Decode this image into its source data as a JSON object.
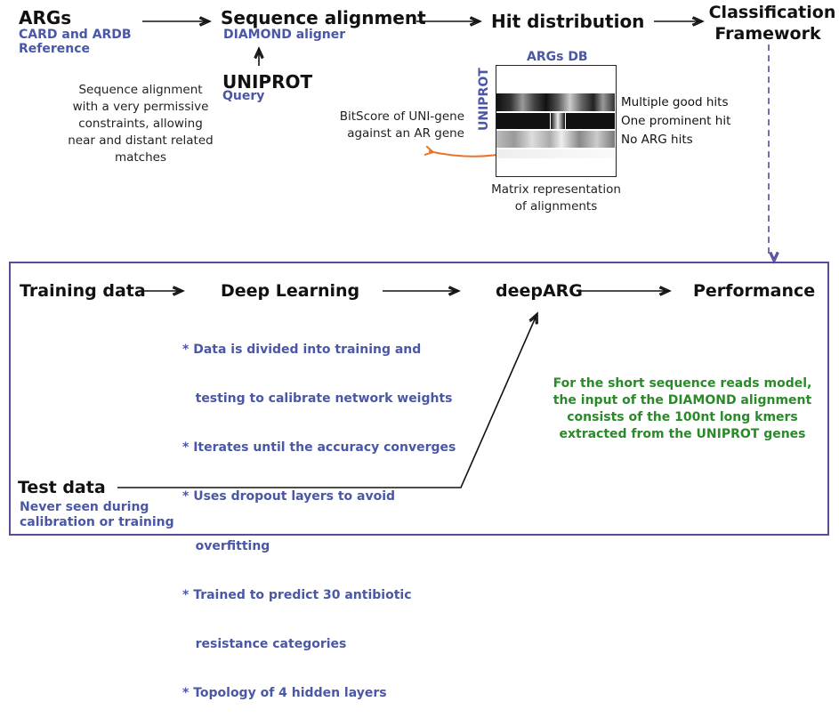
{
  "top": {
    "args": {
      "title": "ARGs",
      "sub1": "CARD and ARDB",
      "sub2": "Reference"
    },
    "seq_align": {
      "title": "Sequence alignment",
      "sub": "DIAMOND aligner"
    },
    "uniprot": {
      "title": "UNIPROT",
      "sub": "Query"
    },
    "hit_dist": {
      "title": "Hit distribution"
    },
    "classification": {
      "line1": "Classification",
      "line2": "Framework"
    },
    "description": [
      "Sequence alignment",
      "with a very permissive",
      "constraints, allowing",
      "near and distant related",
      "matches"
    ],
    "matrix": {
      "db_label": "ARGs DB",
      "side_label": "UNIPROT",
      "rows": [
        "Multiple good hits",
        "One prominent hit",
        "No ARG hits"
      ],
      "caption1": "Matrix representation",
      "caption2": "of alignments"
    },
    "bitscore": {
      "line1": "BitScore of UNI-gene",
      "line2": "against an AR gene"
    }
  },
  "bottom": {
    "training": "Training data",
    "deep_learning": "Deep Learning",
    "deeparg": "deepARG",
    "performance": "Performance",
    "bullets": [
      "* Data is divided into training and",
      "   testing to calibrate network weights",
      "* Iterates until the accuracy converges",
      "* Uses dropout layers to avoid",
      "   overfitting",
      "* Trained to predict 30 antibiotic",
      "   resistance categories",
      "* Topology of 4 hidden layers"
    ],
    "note": [
      "For the short sequence reads model,",
      "the input of the DIAMOND alignment",
      "consists of the 100nt long kmers",
      "extracted from the UNIPROT genes"
    ],
    "test": {
      "title": "Test data",
      "sub1": "Never seen during",
      "sub2": "calibration or training"
    }
  },
  "colors": {
    "blue": "#4a57a6",
    "green": "#2a8a2a",
    "orange": "#e8742a",
    "frame": "#5a4a9a"
  }
}
